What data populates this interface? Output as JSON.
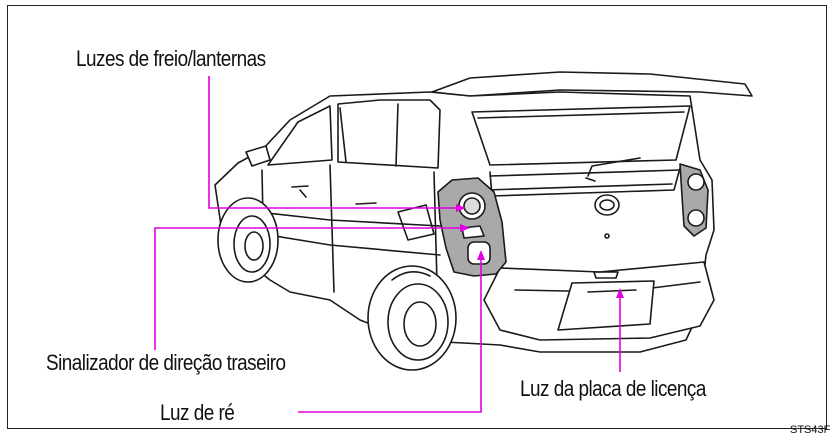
{
  "labels": {
    "brake_tail": "Luzes de freio/lanternas",
    "turn_signal": "Sinalizador de direção traseiro",
    "reverse": "Luz de ré",
    "license_plate": "Luz da placa de licença"
  },
  "figure_code": "STS43F",
  "colors": {
    "leader_line": "#e000e0",
    "outline": "#1a1a1a",
    "lamp_fill": "#a9a9a9",
    "background": "#ffffff"
  }
}
